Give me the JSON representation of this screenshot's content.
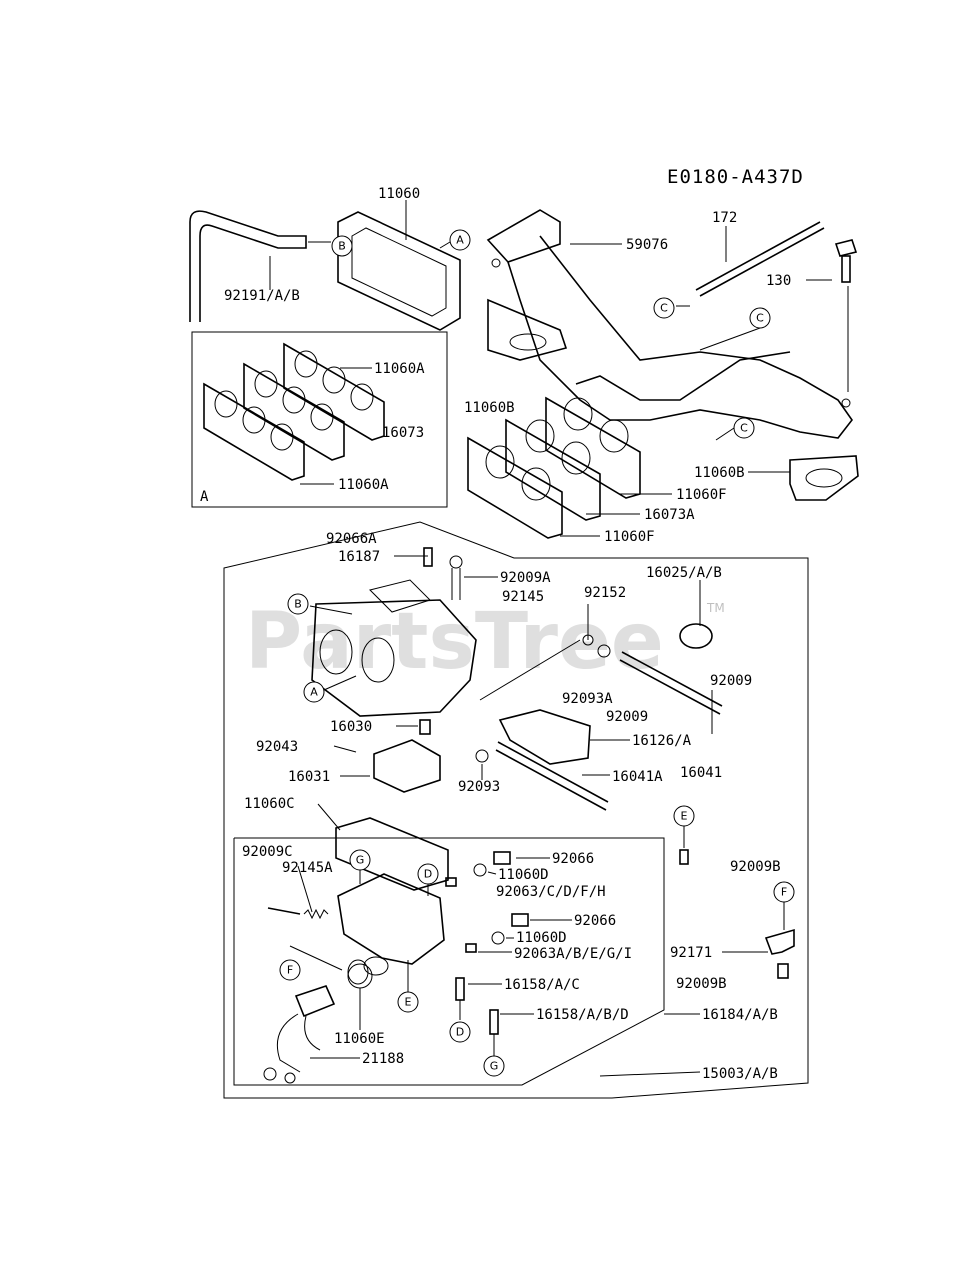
{
  "diagram_code": "E0180-A437D",
  "watermark": {
    "text": "PartsTree",
    "mark": "TM"
  },
  "callouts": [
    {
      "id": "c_11060_top",
      "text": "11060"
    },
    {
      "id": "c_172",
      "text": "172"
    },
    {
      "id": "c_59076",
      "text": "59076"
    },
    {
      "id": "c_130",
      "text": "130"
    },
    {
      "id": "c_92191",
      "text": "92191/A/B"
    },
    {
      "id": "c_11060A_1",
      "text": "11060A"
    },
    {
      "id": "c_16073",
      "text": "16073"
    },
    {
      "id": "c_11060A_2",
      "text": "11060A"
    },
    {
      "id": "c_box_A",
      "text": "A"
    },
    {
      "id": "c_11060B_l",
      "text": "11060B"
    },
    {
      "id": "c_11060B_r",
      "text": "11060B"
    },
    {
      "id": "c_11060F_1",
      "text": "11060F"
    },
    {
      "id": "c_16073A",
      "text": "16073A"
    },
    {
      "id": "c_11060F_2",
      "text": "11060F"
    },
    {
      "id": "c_92066A",
      "text": "92066A"
    },
    {
      "id": "c_16187",
      "text": "16187"
    },
    {
      "id": "c_92009A",
      "text": "92009A"
    },
    {
      "id": "c_92145",
      "text": "92145"
    },
    {
      "id": "c_92152",
      "text": "92152"
    },
    {
      "id": "c_16025",
      "text": "16025/A/B"
    },
    {
      "id": "c_92093A",
      "text": "92093A"
    },
    {
      "id": "c_92009_r",
      "text": "92009"
    },
    {
      "id": "c_92009_m",
      "text": "92009"
    },
    {
      "id": "c_16030",
      "text": "16030"
    },
    {
      "id": "c_92043",
      "text": "92043"
    },
    {
      "id": "c_16126",
      "text": "16126/A"
    },
    {
      "id": "c_16031",
      "text": "16031"
    },
    {
      "id": "c_16041A",
      "text": "16041A"
    },
    {
      "id": "c_16041",
      "text": "16041"
    },
    {
      "id": "c_92093",
      "text": "92093"
    },
    {
      "id": "c_11060C",
      "text": "11060C"
    },
    {
      "id": "c_92009C",
      "text": "92009C"
    },
    {
      "id": "c_92145A",
      "text": "92145A"
    },
    {
      "id": "c_92066_1",
      "text": "92066"
    },
    {
      "id": "c_11060D_1",
      "text": "11060D"
    },
    {
      "id": "c_92063CDFH",
      "text": "92063/C/D/F/H"
    },
    {
      "id": "c_92009B_top",
      "text": "92009B"
    },
    {
      "id": "c_92066_2",
      "text": "92066"
    },
    {
      "id": "c_11060D_2",
      "text": "11060D"
    },
    {
      "id": "c_92063ABEGI",
      "text": "92063A/B/E/G/I"
    },
    {
      "id": "c_92171",
      "text": "92171"
    },
    {
      "id": "c_16158AC",
      "text": "16158/A/C"
    },
    {
      "id": "c_92009B_bot",
      "text": "92009B"
    },
    {
      "id": "c_16158ABD",
      "text": "16158/A/B/D"
    },
    {
      "id": "c_16184",
      "text": "16184/A/B"
    },
    {
      "id": "c_11060E",
      "text": "11060E"
    },
    {
      "id": "c_21188",
      "text": "21188"
    },
    {
      "id": "c_15003",
      "text": "15003/A/B"
    }
  ],
  "ref_markers": [
    {
      "id": "r_B_top",
      "text": "B"
    },
    {
      "id": "r_A_top",
      "text": "A"
    },
    {
      "id": "r_C_1",
      "text": "C"
    },
    {
      "id": "r_C_2",
      "text": "C"
    },
    {
      "id": "r_C_3",
      "text": "C"
    },
    {
      "id": "r_B_carb",
      "text": "B"
    },
    {
      "id": "r_A_carb",
      "text": "A"
    },
    {
      "id": "r_E_1",
      "text": "E"
    },
    {
      "id": "r_G_1",
      "text": "G"
    },
    {
      "id": "r_D_1",
      "text": "D"
    },
    {
      "id": "r_F_1",
      "text": "F"
    },
    {
      "id": "r_F_2",
      "text": "F"
    },
    {
      "id": "r_E_2",
      "text": "E"
    },
    {
      "id": "r_D_2",
      "text": "D"
    },
    {
      "id": "r_G_2",
      "text": "G"
    }
  ]
}
